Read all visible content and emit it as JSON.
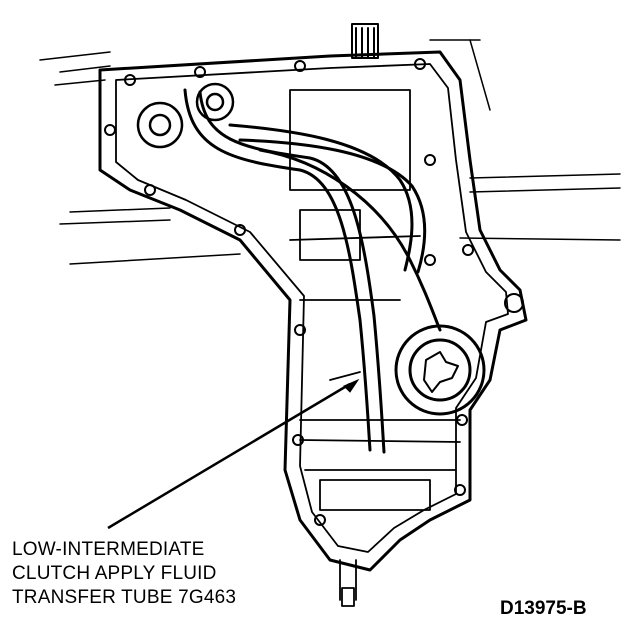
{
  "callout": {
    "lines": [
      "LOW-INTERMEDIATE",
      "CLUTCH APPLY FLUID",
      "TRANSFER TUBE 7G463"
    ]
  },
  "figure_id": "D13975-B",
  "colors": {
    "ink": "#000000",
    "paper": "#ffffff"
  }
}
